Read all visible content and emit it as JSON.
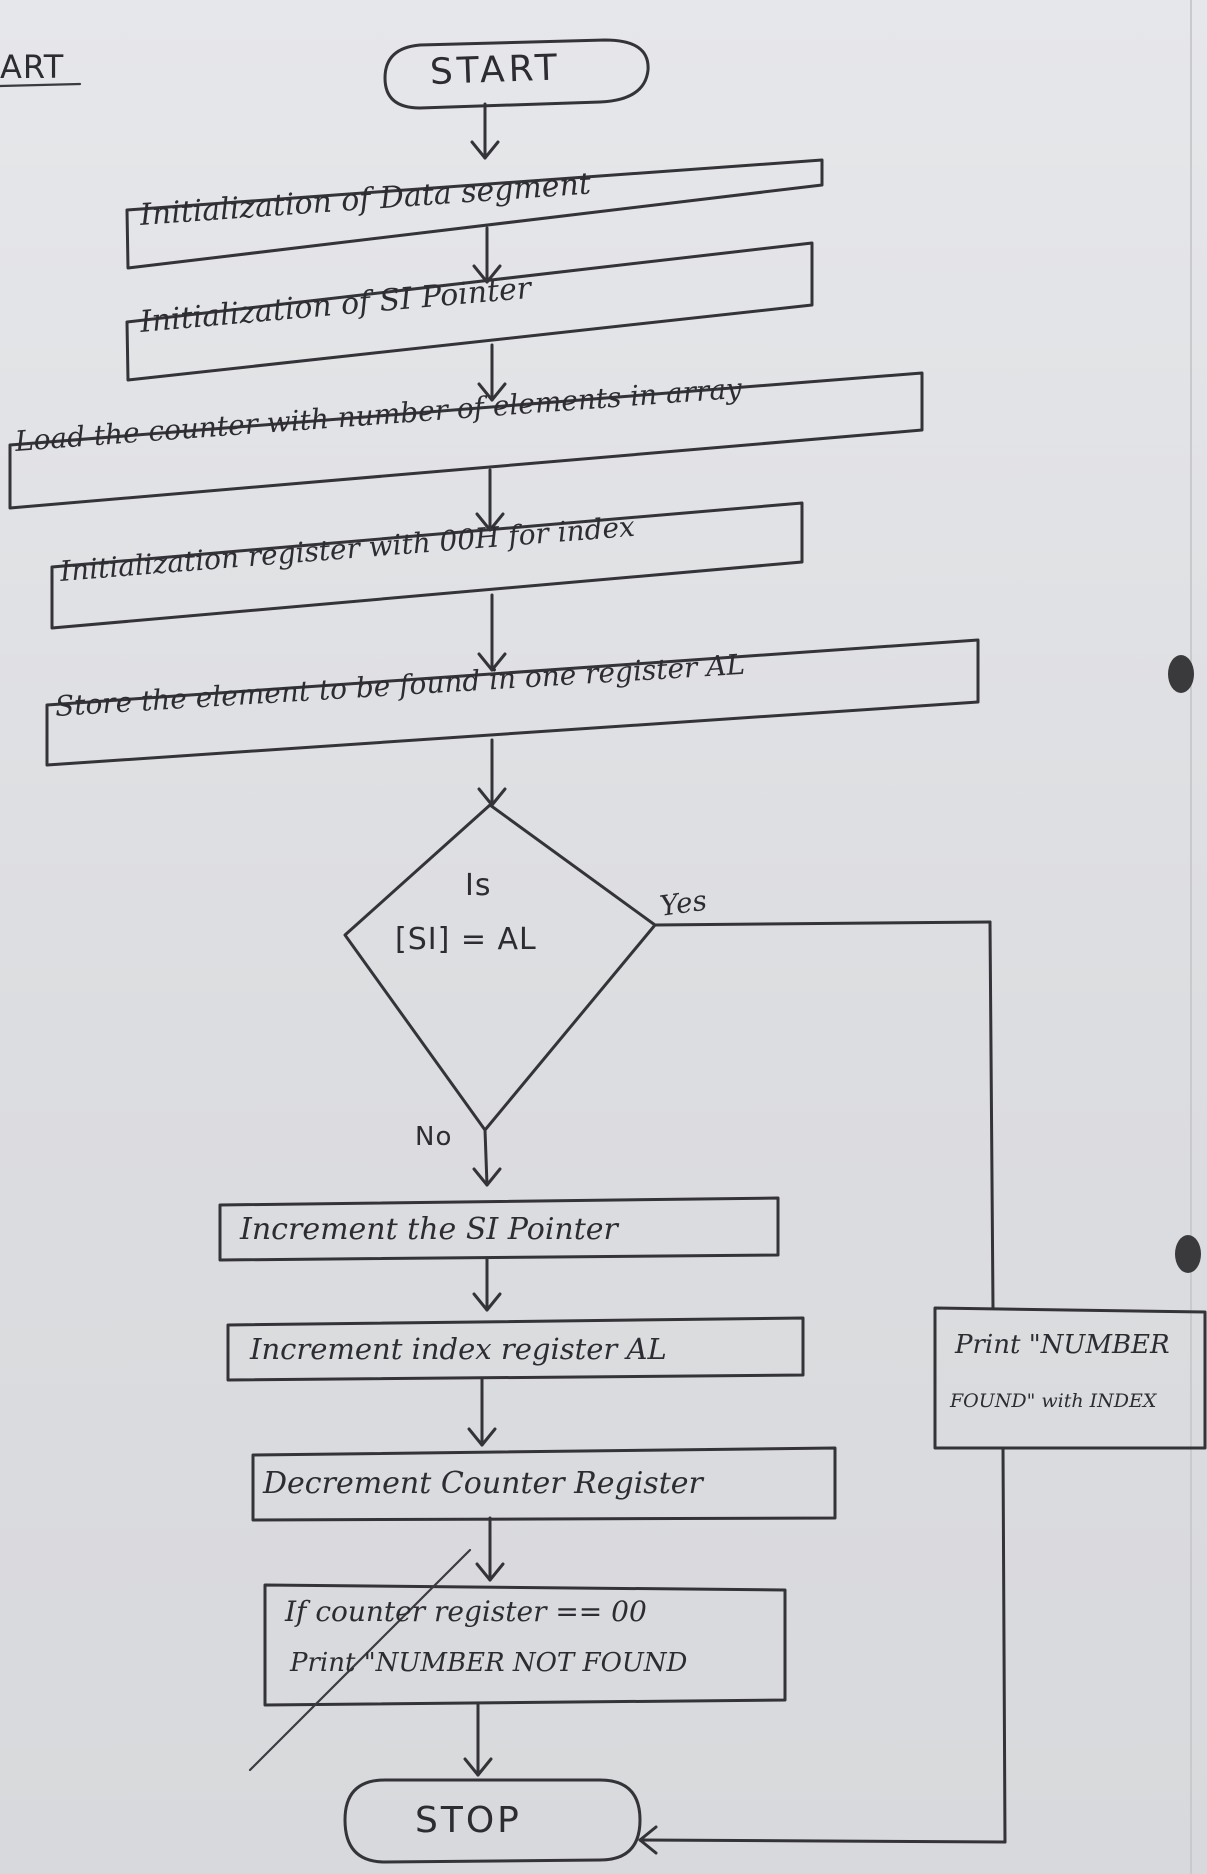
{
  "page": {
    "header": "ART"
  },
  "flowchart": {
    "start": "START",
    "steps": [
      "Initialization of Data segment",
      "Initialization of SI Pointer",
      "Load the counter with number of elements in array",
      "Initialization register with 00H for index",
      "Store the element to be found in one register AL"
    ],
    "decision": {
      "line1": "Is",
      "line2": "[SI] = AL",
      "yes_label": "Yes",
      "no_label": "No"
    },
    "loop_steps": [
      "Increment the SI Pointer",
      "Increment index register AL",
      "Decrement Counter Register"
    ],
    "not_found_box": {
      "line1": "If counter register == 00",
      "line2": "Print \"NUMBER NOT FOUND"
    },
    "found_box": {
      "line1": "Print \"NUMBER",
      "line2": "FOUND\" with INDEX"
    },
    "stop": "STOP"
  }
}
